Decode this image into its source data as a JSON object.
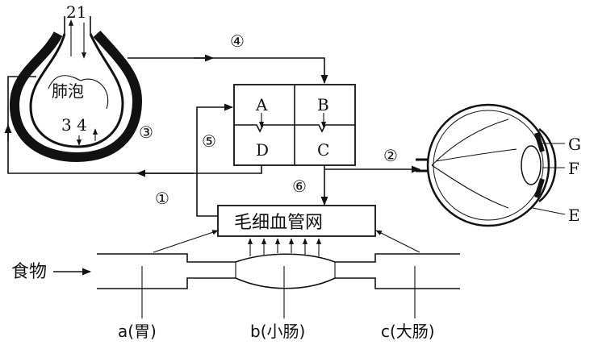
{
  "labels": {
    "top_numbers": "21",
    "alveolus": "肺泡",
    "inner_numbers": "3 4",
    "circle_1": "①",
    "circle_2": "②",
    "circle_3": "③",
    "circle_4": "④",
    "circle_5": "⑤",
    "circle_6": "⑥",
    "heart": {
      "A": "A",
      "B": "B",
      "C": "C",
      "D": "D"
    },
    "capillary": "毛细血管网",
    "food": "食物",
    "stomach": "a(胃)",
    "small_intestine": "b(小肠)",
    "large_intestine": "c(大肠)",
    "eye": {
      "G": "G",
      "F": "F",
      "E": "E"
    }
  }
}
